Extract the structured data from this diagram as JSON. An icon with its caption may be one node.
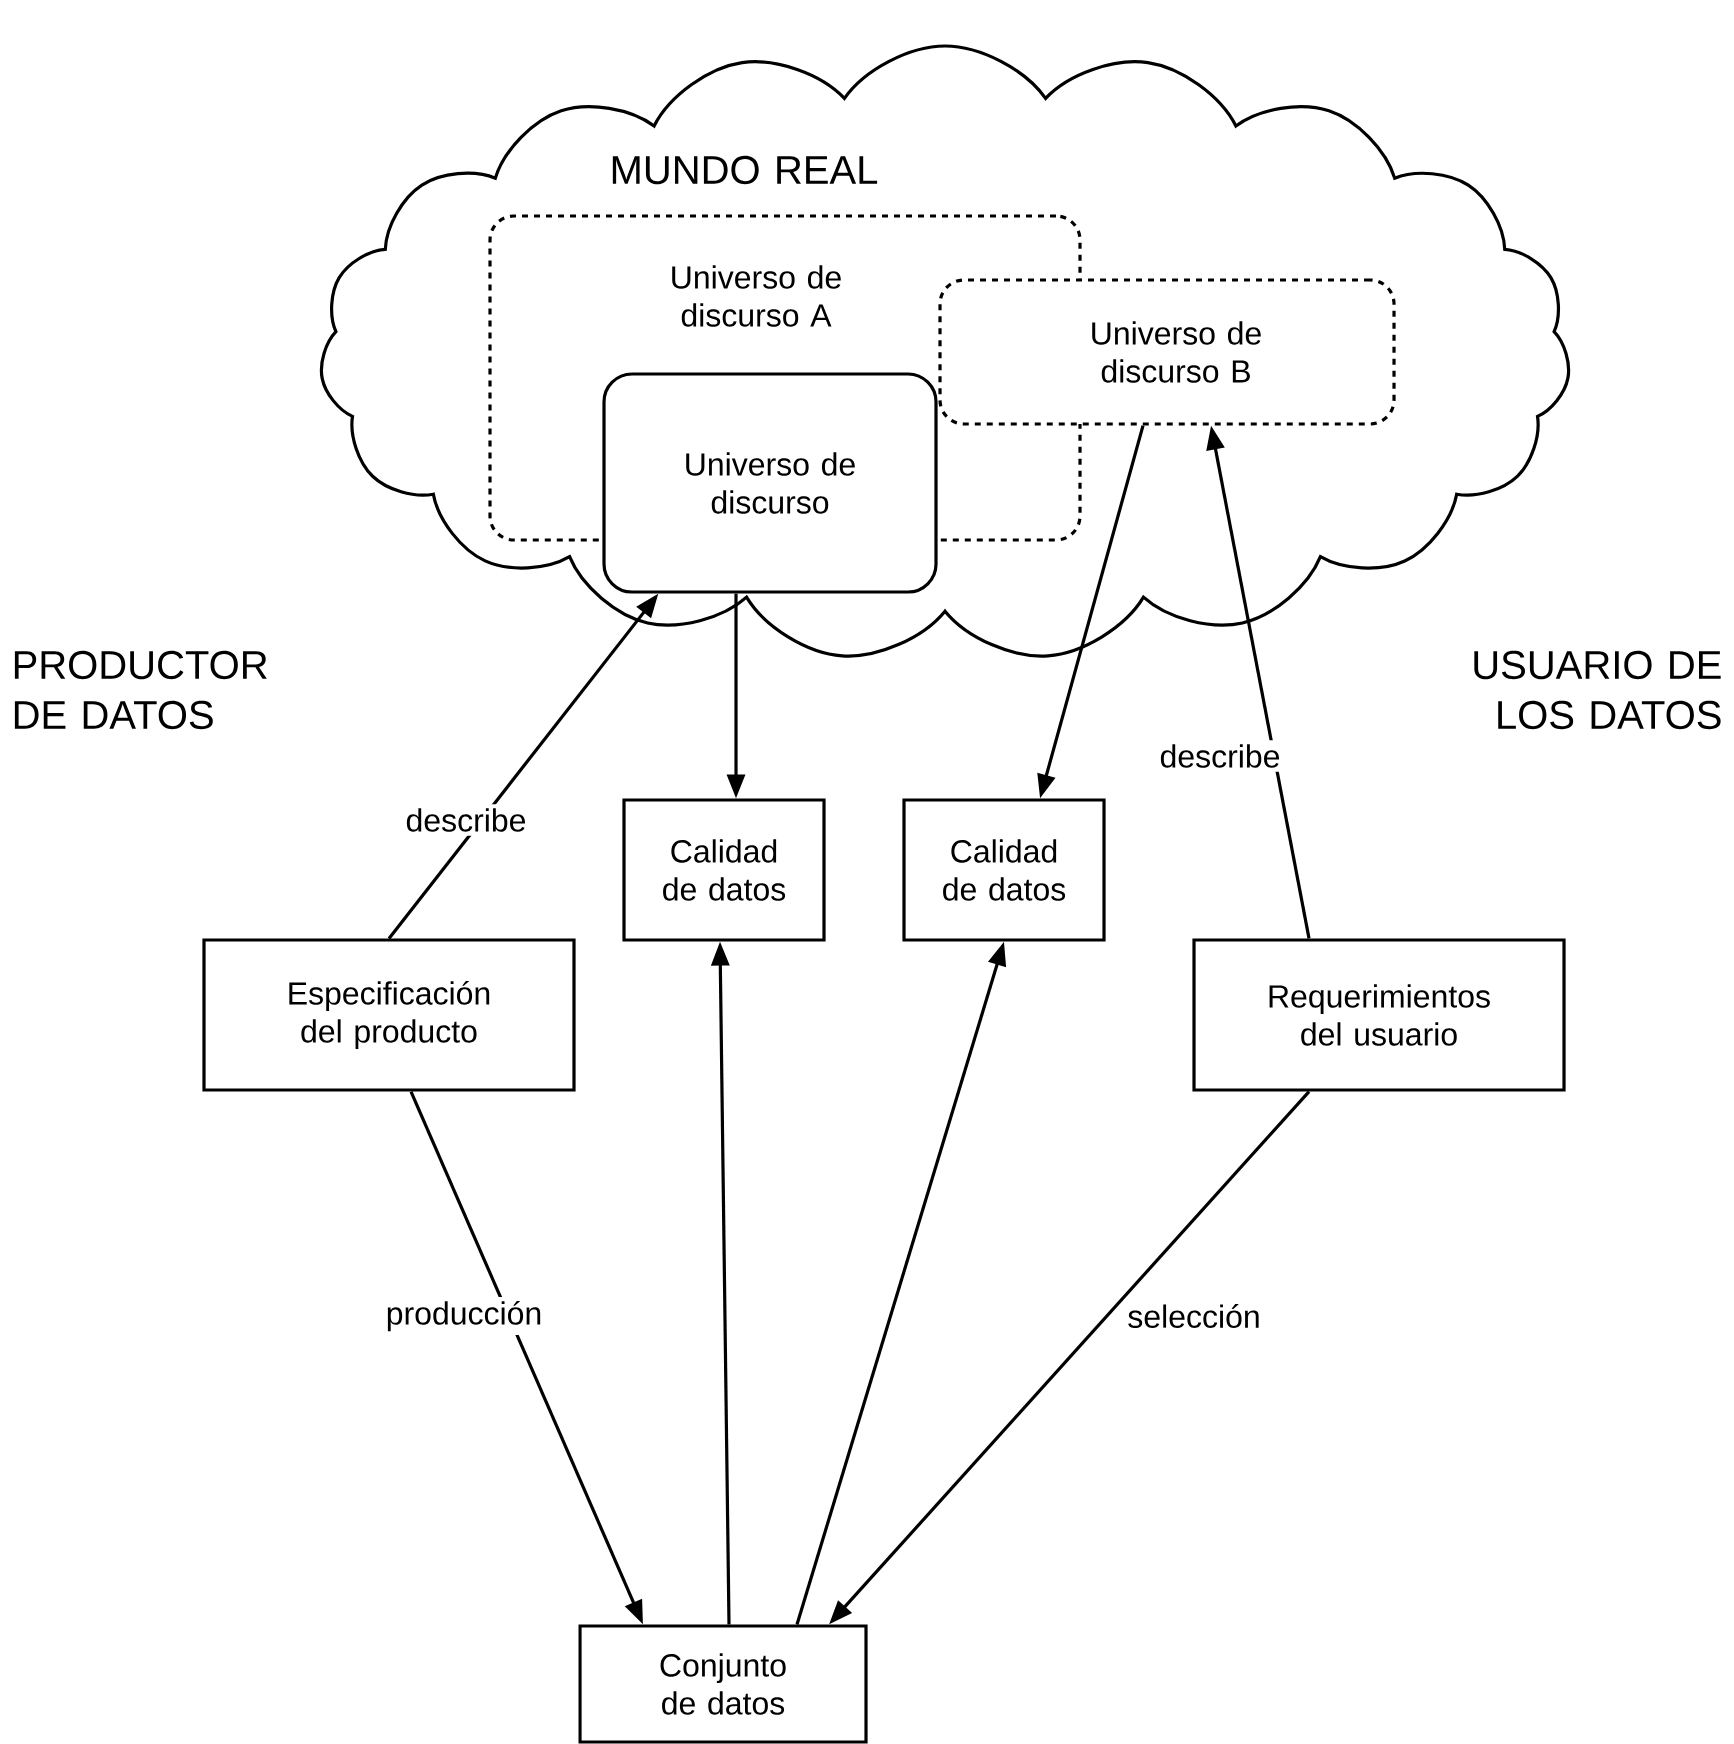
{
  "diagram": {
    "nodes": [
      {
        "text": [
          "MUNDO REAL"
        ]
      },
      {
        "text": [
          "Universo de discurso A"
        ],
        "in": 0
      },
      {
        "text": [
          "Universo de discurso B"
        ],
        "in": 0
      },
      {
        "text": [
          "Universo de discurso"
        ],
        "in": 0
      },
      {
        "text": [
          "Calidad de datos"
        ]
      },
      {
        "text": [
          "Calidad de datos"
        ]
      },
      {
        "text": [
          "Especificación del producto"
        ]
      },
      {
        "text": [
          "Requerimientos del usuario"
        ]
      },
      {
        "text": [
          "Conjunto de datos"
        ]
      }
    ],
    "edges": [
      {
        "from": 6,
        "to": 3,
        "arrow": "to",
        "label": "describe"
      },
      {
        "from": 3,
        "to": 4,
        "arrow": "to"
      },
      {
        "from": 2,
        "to": 5,
        "arrow": "to"
      },
      {
        "from": 7,
        "to": 2,
        "arrow": "to",
        "label": "describe"
      },
      {
        "from": 6,
        "to": 8,
        "arrow": "to",
        "label": "producción"
      },
      {
        "from": 8,
        "to": 4,
        "arrow": "to"
      },
      {
        "from": 8,
        "to": 5,
        "arrow": "to"
      },
      {
        "from": 7,
        "to": 8,
        "arrow": "to",
        "label": "selección"
      }
    ],
    "labels": [
      "PRODUCTOR DE DATOS",
      "USUARIO DE LOS DATOS"
    ]
  }
}
